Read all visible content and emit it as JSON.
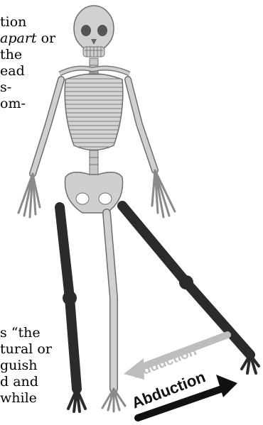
{
  "text_top": {
    "line1": "tion",
    "line2_emph": "apart",
    "line2_rest": " or",
    "line3": "the",
    "line4": "ead",
    "line5": "s-",
    "line6": "om-"
  },
  "text_bottom": {
    "line1": "s “the",
    "line2": "tural or",
    "line3": "guish",
    "line4": "d and",
    "line5": "while"
  },
  "labels": {
    "adduction": "Adduction",
    "abduction": "Abduction"
  },
  "colors": {
    "bone_light": "#c8c8c8",
    "bone_outline": "#6e6e6e",
    "bone_dark": "#2b2b2b",
    "adduction_arrow": "#bdbdbd",
    "abduction_arrow": "#111111"
  }
}
